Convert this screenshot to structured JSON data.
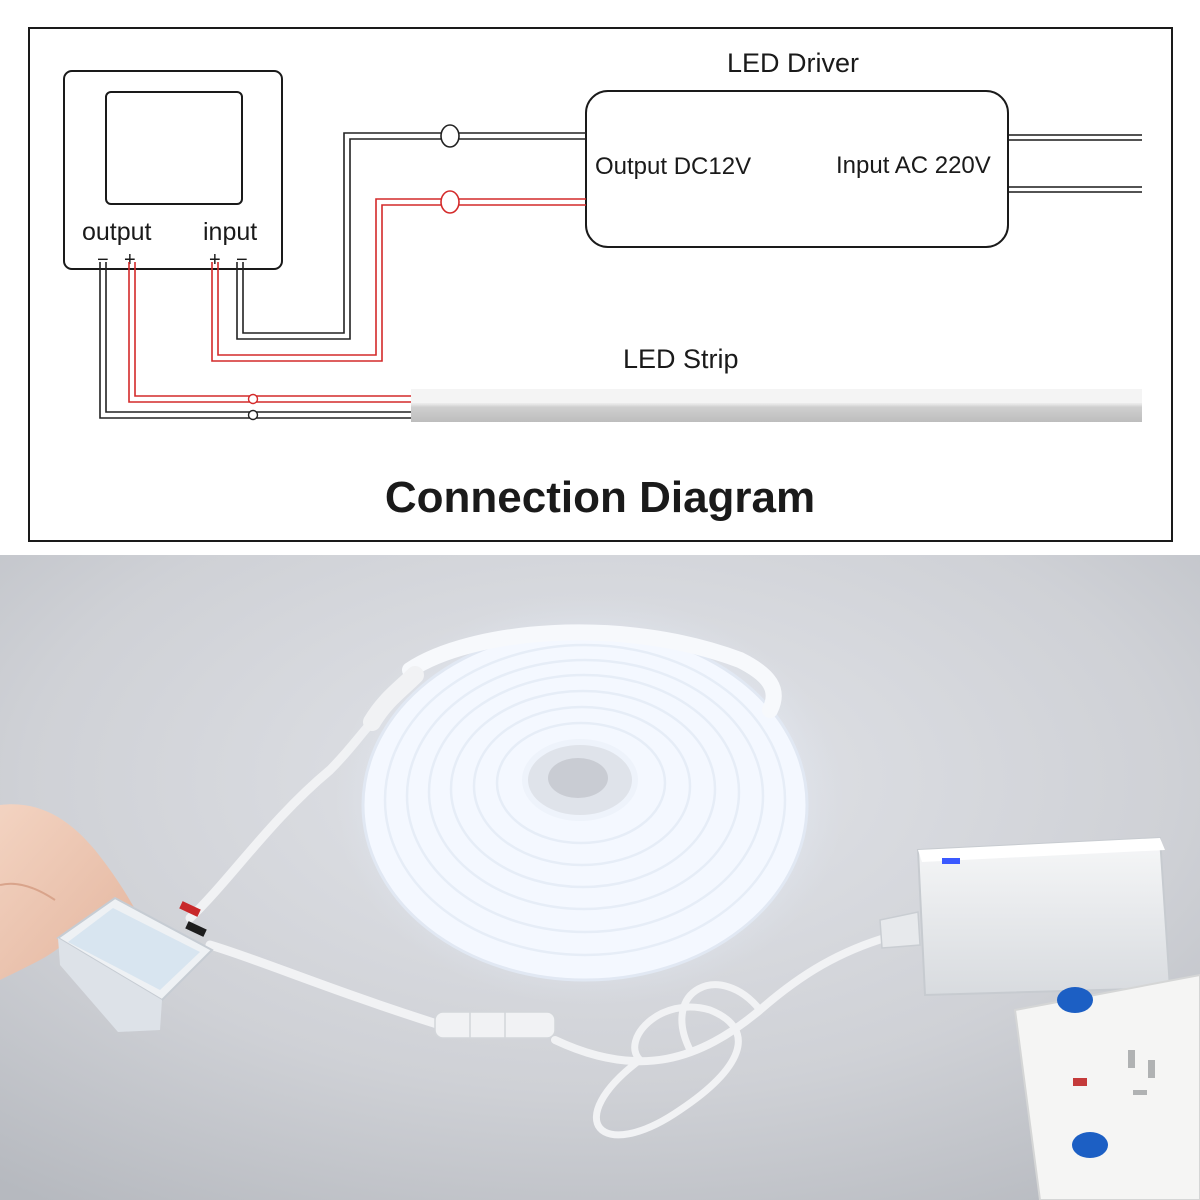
{
  "diagram": {
    "title": "Connection Diagram",
    "driver": {
      "heading": "LED Driver",
      "output_label": "Output DC12V",
      "input_label": "Input AC 220V"
    },
    "switch": {
      "output_label": "output",
      "input_label": "input",
      "output_minus": "−",
      "output_plus": "+",
      "input_plus": "+",
      "input_minus": "−"
    },
    "strip": {
      "label": "LED Strip"
    },
    "colors": {
      "wire_red": "#d42a2a",
      "wire_black": "#222222",
      "frame": "#1a1a1a"
    }
  },
  "photo": {
    "icons": [
      "hand-icon",
      "touch-dimmer-icon",
      "neon-led-strip-coil-icon",
      "power-adapter-icon",
      "wall-socket-icon"
    ],
    "colors": {
      "background": "#cfd1d6",
      "strip_glow": "#f4f8ff",
      "adapter": "#eef0f2",
      "socket_button": "#1c5fc4",
      "indicator": "#3a59ff"
    }
  }
}
